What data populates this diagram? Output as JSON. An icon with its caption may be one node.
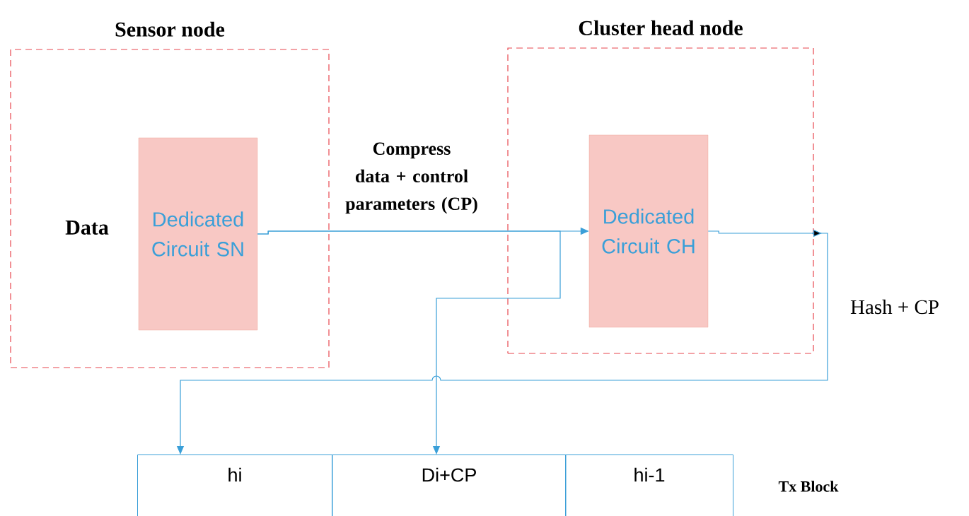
{
  "diagram": {
    "nodes": [
      {
        "text": [
          "Sensor node"
        ]
      },
      {
        "text": [
          "Dedicated Circuit SN"
        ],
        "in": 0
      },
      {
        "text": [
          "Cluster head node"
        ]
      },
      {
        "text": [
          "Dedicated Circuit CH"
        ],
        "in": 2
      },
      {
        "text": [
          "hi"
        ]
      },
      {
        "text": [
          "Di+CP"
        ]
      },
      {
        "text": [
          "hi-1"
        ]
      }
    ],
    "edges": [
      {
        "from": 1,
        "to": 3,
        "arrow": "to",
        "label": "Compress data + control parameters (CP)"
      },
      {
        "from": 1,
        "to": 5,
        "arrow": "to"
      },
      {
        "from": 3,
        "to": 4,
        "arrow": "to",
        "label": "Hash + CP"
      }
    ],
    "labels": [
      "Data",
      "Tx Block"
    ]
  }
}
